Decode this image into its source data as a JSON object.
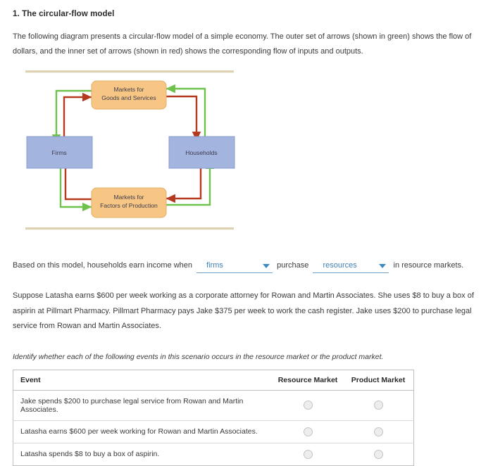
{
  "question": {
    "number": "1.",
    "title": "1. The circular-flow model",
    "intro": "The following diagram presents a circular-flow model of a simple economy. The outer set of arrows (shown in green) shows the flow of dollars, and the inner set of arrows (shown in red) shows the corresponding flow of inputs and outputs."
  },
  "diagram": {
    "nodes": {
      "goods_market_line1": "Markets for",
      "goods_market_line2": "Goods and Services",
      "firms": "Firms",
      "households": "Households",
      "factors_market_line1": "Markets for",
      "factors_market_line2": "Factors of Production"
    },
    "colors": {
      "market_box_fill": "#F8C684",
      "market_box_stroke": "#E0A860",
      "sector_box_fill": "#A3B4DF",
      "sector_box_stroke": "#8698CC",
      "dollars_arrow": "#6EC24B",
      "goods_arrow": "#B4391E",
      "rule": "#DDD3B2"
    },
    "legend": {
      "dollars": "green",
      "inputs_outputs": "red"
    }
  },
  "dropdown_sentence": {
    "prefix": "Based on this model, households earn income when",
    "select_1_value": "firms",
    "middle": "purchase",
    "select_2_value": "resources",
    "suffix": "in resource markets."
  },
  "scenario": "Suppose Latasha earns $600 per week working as a corporate attorney for Rowan and Martin Associates. She uses $8 to buy a box of aspirin at Pillmart Pharmacy. Pillmart Pharmacy pays Jake $375 per week to work the cash register. Jake uses $200 to purchase legal service from Rowan and Martin Associates.",
  "identify_instruction": "Identify whether each of the following events in this scenario occurs in the resource market or the product market.",
  "table": {
    "headers": [
      "Event",
      "Resource Market",
      "Product Market"
    ],
    "rows": [
      {
        "event": "Jake spends $200 to purchase legal service from Rowan and Martin Associates.",
        "resource_market": "",
        "product_market": ""
      },
      {
        "event": "Latasha earns $600 per week working for Rowan and Martin Associates.",
        "resource_market": "",
        "product_market": ""
      },
      {
        "event": "Latasha spends $8 to buy a box of aspirin.",
        "resource_market": "",
        "product_market": ""
      }
    ]
  }
}
